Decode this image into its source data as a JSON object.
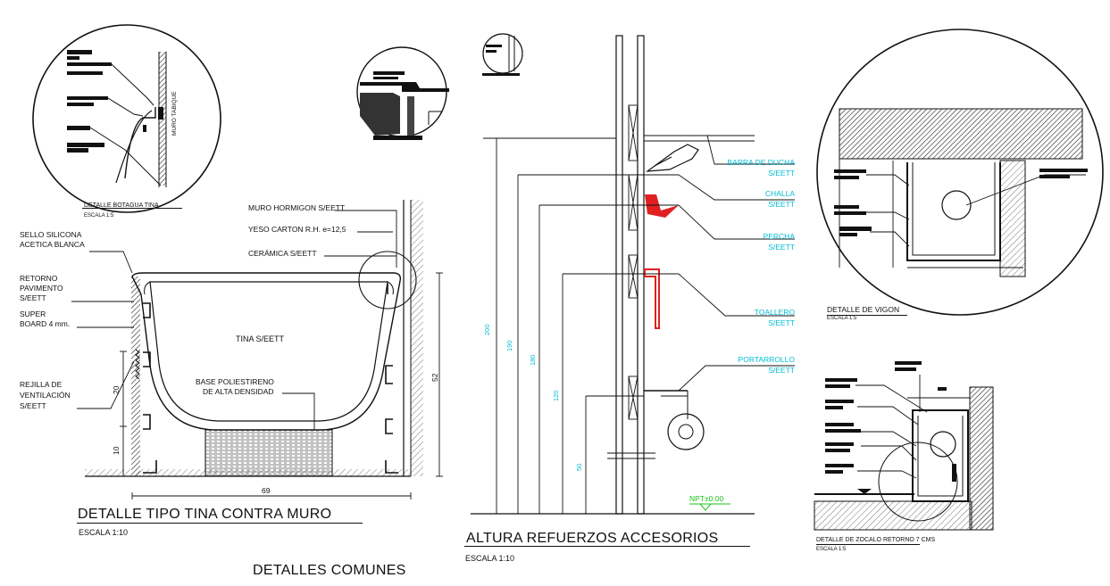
{
  "sheet_title": "DETALLES COMUNES",
  "tina": {
    "title": "DETALLE TIPO TINA CONTRA MURO",
    "scale": "ESCALA 1:10",
    "labels": {
      "muro": "MURO HORMIGON S/EETT",
      "yeso": "YESO CARTON R.H. e=12,5",
      "ceramica": "CERÁMICA S/EETT",
      "sello1": "SELLO SILICONA",
      "sello2": "ACETICA BLANCA",
      "retorno1": "RETORNO",
      "retorno2": "PAVIMENTO",
      "retorno3": "S/EETT",
      "super1": "SUPER",
      "super2": "BOARD 4 mm.",
      "rejilla1": "REJILLA DE",
      "rejilla2": "VENTILACIÓN",
      "rejilla3": "S/EETT",
      "tina_name": "TINA S/EETT",
      "base1": "BASE POLIESTIRENO",
      "base2": "DE ALTA DENSIDAD"
    },
    "dims": {
      "width": "69",
      "height": "52",
      "d20": "20",
      "d10": "10"
    }
  },
  "botagua": {
    "title": "DETALLE BOTAGUA TINA",
    "scale": "ESCALA 1:5",
    "wall_label": "MURO TABIQUE"
  },
  "accesorios": {
    "title": "ALTURA REFUERZOS ACCESORIOS",
    "scale": "ESCALA 1:10",
    "items": [
      {
        "l1": "BARRA DE DUCHA",
        "l2": "S/EETT"
      },
      {
        "l1": "CHALLA",
        "l2": "S/EETT"
      },
      {
        "l1": "PERCHA",
        "l2": "S/EETT"
      },
      {
        "l1": "TOALLERO",
        "l2": "S/EETT"
      },
      {
        "l1": "PORTARROLLO",
        "l2": "S/EETT"
      }
    ],
    "heights": [
      "200",
      "190",
      "180",
      "120",
      "50"
    ],
    "npt": "NPT±0.00"
  },
  "vigon": {
    "title": "DETALLE DE VIGON",
    "scale": "ESCALA 1:5"
  },
  "zocalo": {
    "title": "DETALLE DE ZOCALO RETORNO 7 CMS",
    "scale": "ESCALA 1:5"
  },
  "colors": {
    "ink": "#111111",
    "cyan": "#00bcd4",
    "red": "#e02020",
    "green": "#19c219"
  }
}
